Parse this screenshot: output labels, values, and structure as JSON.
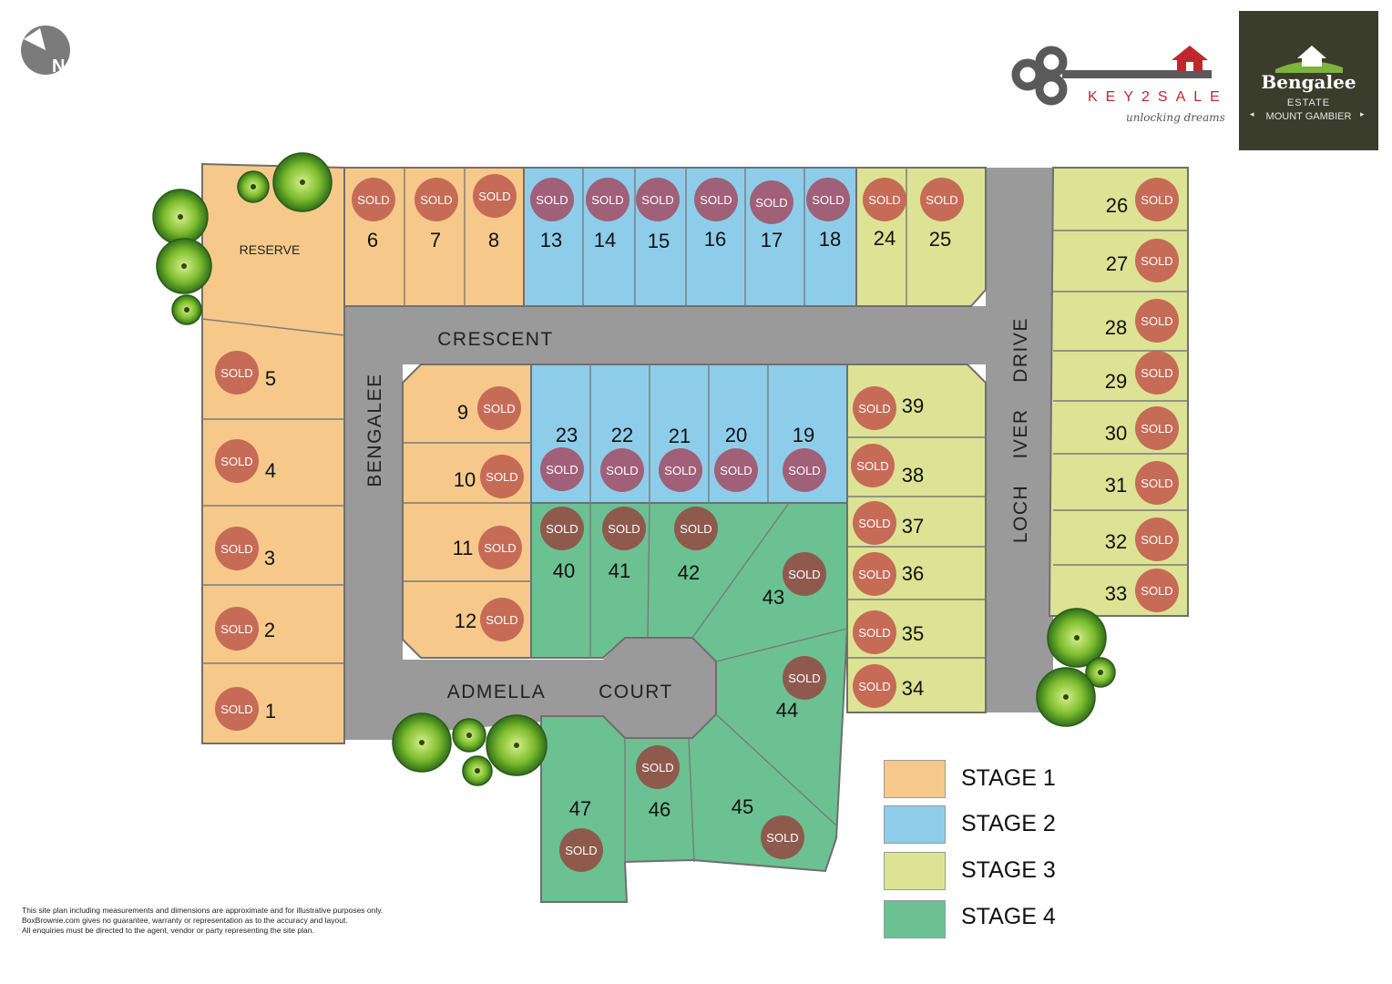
{
  "compass": {
    "label": "N"
  },
  "brand_key2sale": {
    "wordmark": "KEY2SALE",
    "tagline": "unlocking dreams"
  },
  "brand_bengalee": {
    "name": "Bengalee",
    "line1": "ESTATE",
    "line2": "MOUNT GAMBIER",
    "bg": "#3a3d2c"
  },
  "colors": {
    "stage1": "#f6c98b",
    "stage2": "#8ecdea",
    "stage3": "#dde394",
    "stage4": "#6bc192",
    "road": "#9a9a9a",
    "sold_red": "#c66b56",
    "sold_purple": "#a06077",
    "sold_brown": "#8f5a4e"
  },
  "streets": {
    "crescent": "CRESCENT",
    "bengalee": "BENGALEE",
    "admella": "ADMELLA",
    "court": "COURT",
    "loch": "LOCH",
    "iver": "IVER",
    "drive": "DRIVE"
  },
  "reserve_label": "RESERVE",
  "sold_label": "SOLD",
  "lots": [
    {
      "n": "1",
      "stage": 1,
      "status": "SOLD"
    },
    {
      "n": "2",
      "stage": 1,
      "status": "SOLD"
    },
    {
      "n": "3",
      "stage": 1,
      "status": "SOLD"
    },
    {
      "n": "4",
      "stage": 1,
      "status": "SOLD"
    },
    {
      "n": "5",
      "stage": 1,
      "status": "SOLD"
    },
    {
      "n": "6",
      "stage": 1,
      "status": "SOLD"
    },
    {
      "n": "7",
      "stage": 1,
      "status": "SOLD"
    },
    {
      "n": "8",
      "stage": 1,
      "status": "SOLD"
    },
    {
      "n": "9",
      "stage": 1,
      "status": "SOLD"
    },
    {
      "n": "10",
      "stage": 1,
      "status": "SOLD"
    },
    {
      "n": "11",
      "stage": 1,
      "status": "SOLD"
    },
    {
      "n": "12",
      "stage": 1,
      "status": "SOLD"
    },
    {
      "n": "13",
      "stage": 2,
      "status": "SOLD"
    },
    {
      "n": "14",
      "stage": 2,
      "status": "SOLD"
    },
    {
      "n": "15",
      "stage": 2,
      "status": "SOLD"
    },
    {
      "n": "16",
      "stage": 2,
      "status": "SOLD"
    },
    {
      "n": "17",
      "stage": 2,
      "status": "SOLD"
    },
    {
      "n": "18",
      "stage": 2,
      "status": "SOLD"
    },
    {
      "n": "19",
      "stage": 2,
      "status": "SOLD"
    },
    {
      "n": "20",
      "stage": 2,
      "status": "SOLD"
    },
    {
      "n": "21",
      "stage": 2,
      "status": "SOLD"
    },
    {
      "n": "22",
      "stage": 2,
      "status": "SOLD"
    },
    {
      "n": "23",
      "stage": 2,
      "status": "SOLD"
    },
    {
      "n": "24",
      "stage": 3,
      "status": "SOLD"
    },
    {
      "n": "25",
      "stage": 3,
      "status": "SOLD"
    },
    {
      "n": "26",
      "stage": 3,
      "status": "SOLD"
    },
    {
      "n": "27",
      "stage": 3,
      "status": "SOLD"
    },
    {
      "n": "28",
      "stage": 3,
      "status": "SOLD"
    },
    {
      "n": "29",
      "stage": 3,
      "status": "SOLD"
    },
    {
      "n": "30",
      "stage": 3,
      "status": "SOLD"
    },
    {
      "n": "31",
      "stage": 3,
      "status": "SOLD"
    },
    {
      "n": "32",
      "stage": 3,
      "status": "SOLD"
    },
    {
      "n": "33",
      "stage": 3,
      "status": "SOLD"
    },
    {
      "n": "34",
      "stage": 3,
      "status": "SOLD"
    },
    {
      "n": "35",
      "stage": 3,
      "status": "SOLD"
    },
    {
      "n": "36",
      "stage": 3,
      "status": "SOLD"
    },
    {
      "n": "37",
      "stage": 3,
      "status": "SOLD"
    },
    {
      "n": "38",
      "stage": 3,
      "status": "SOLD"
    },
    {
      "n": "39",
      "stage": 3,
      "status": "SOLD"
    },
    {
      "n": "40",
      "stage": 4,
      "status": "SOLD"
    },
    {
      "n": "41",
      "stage": 4,
      "status": "SOLD"
    },
    {
      "n": "42",
      "stage": 4,
      "status": "SOLD"
    },
    {
      "n": "43",
      "stage": 4,
      "status": "SOLD"
    },
    {
      "n": "44",
      "stage": 4,
      "status": "SOLD"
    },
    {
      "n": "45",
      "stage": 4,
      "status": "SOLD"
    },
    {
      "n": "46",
      "stage": 4,
      "status": "SOLD"
    },
    {
      "n": "47",
      "stage": 4,
      "status": "SOLD"
    }
  ],
  "legend": [
    {
      "label": "STAGE 1",
      "color": "#f6c98b"
    },
    {
      "label": "STAGE 2",
      "color": "#8ecdea"
    },
    {
      "label": "STAGE 3",
      "color": "#dde394"
    },
    {
      "label": "STAGE 4",
      "color": "#6bc192"
    }
  ],
  "disclaimer": [
    "This site plan including measurements and dimensions are approximate and for illustrative purposes only.",
    "BoxBrownie.com gives no guarantee, warranty or representation as to the accuracy and layout.",
    "All enquiries must be directed to the agent, vendor or party representing the site plan."
  ]
}
